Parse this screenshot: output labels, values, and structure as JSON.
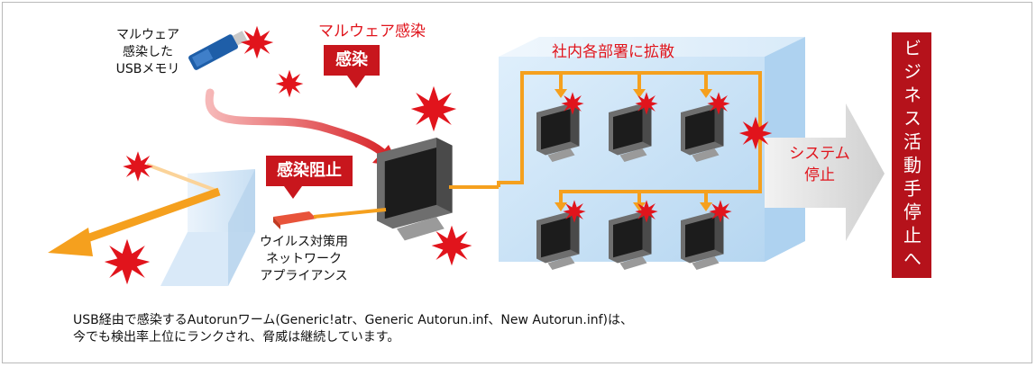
{
  "labels": {
    "usb": [
      "マルウェア",
      "感染した",
      "USBメモリ"
    ],
    "malware_infection": "マルウェア感染",
    "infection_callout": "感染",
    "spread": "社内各部署に拡散",
    "block_callout": "感染阻止",
    "appliance": [
      "ウイルス対策用",
      "ネットワーク",
      "アプライアンス"
    ],
    "system_stop": [
      "システム",
      "停止"
    ],
    "business_stop": "ビジネス活動手停止へ"
  },
  "caption": {
    "line1": "USB経由で感染するAutorunワーム(Generic!atr、Generic Autorun.inf、New Autorun.inf)は、",
    "line2": "今でも検出率上位にランクされ、脅威は継続しています。"
  },
  "icons": [
    "usb-stick-icon",
    "computer-icon",
    "appliance-icon",
    "burst-icon",
    "arrow-icon"
  ],
  "colors": {
    "accent_red": "#c8161d",
    "text_red": "#e0141c",
    "orange": "#f5a01e",
    "cube_blue": "#cfe6f8"
  }
}
